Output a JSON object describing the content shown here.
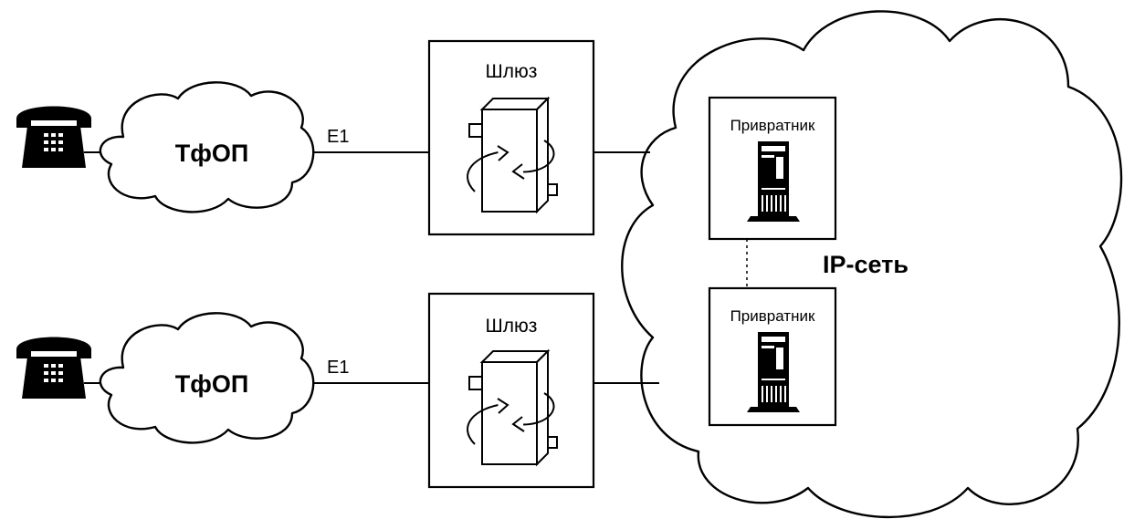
{
  "pstn_top": {
    "label": "ТфОП"
  },
  "pstn_bottom": {
    "label": "ТфОП"
  },
  "link_top": {
    "label": "E1"
  },
  "link_bottom": {
    "label": "E1"
  },
  "gateway_top": {
    "label": "Шлюз"
  },
  "gateway_bottom": {
    "label": "Шлюз"
  },
  "ip_network": {
    "label": "IP-сеть"
  },
  "gatekeeper_top": {
    "label": "Привратник"
  },
  "gatekeeper_bottom": {
    "label": "Привратник"
  },
  "colors": {
    "ink": "#000000",
    "background": "#ffffff"
  },
  "icons": [
    "telephone-icon",
    "pstn-cloud",
    "gateway-device-icon",
    "ip-network-cloud",
    "gatekeeper-server-icon"
  ]
}
